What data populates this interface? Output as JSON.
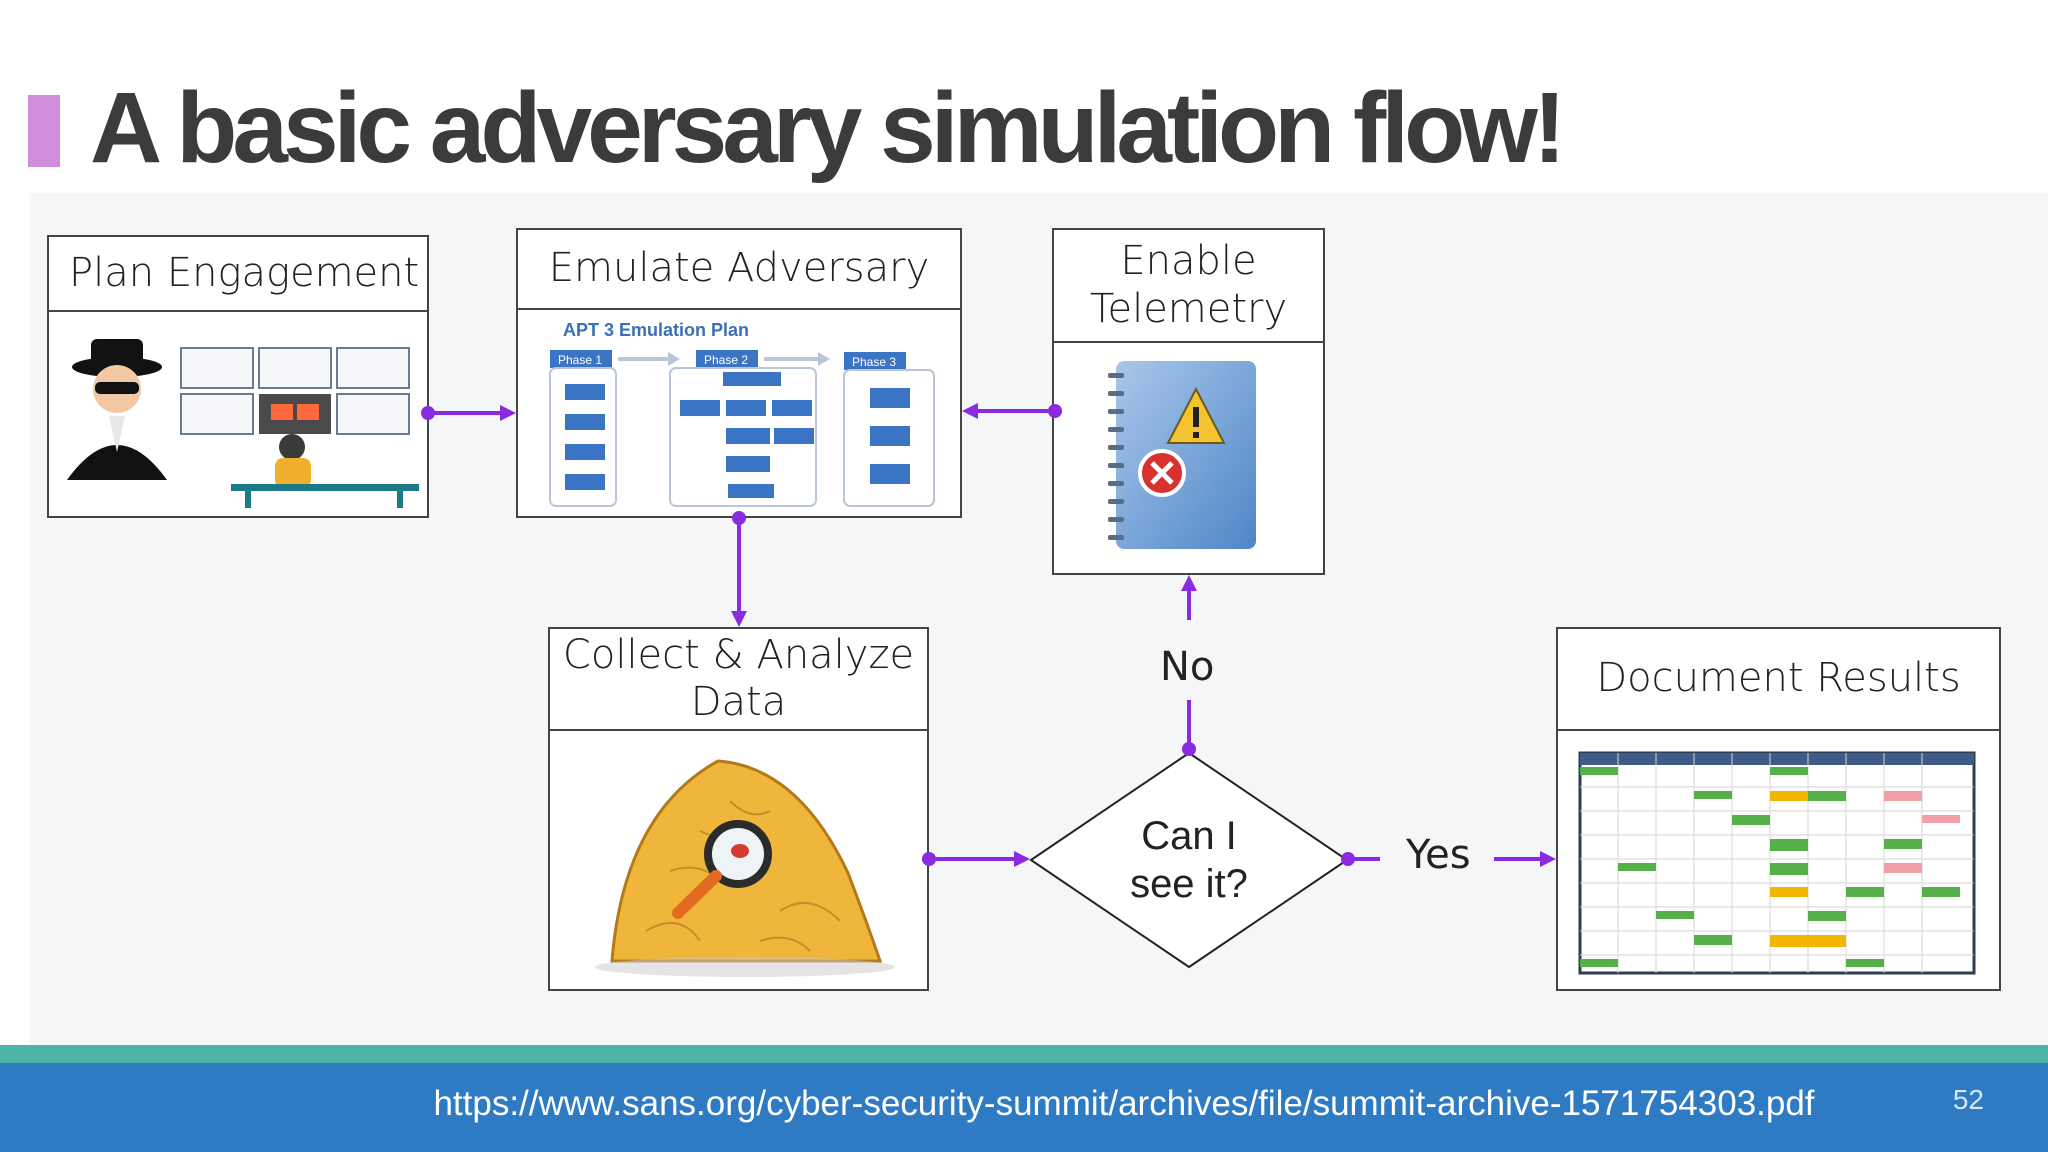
{
  "slide": {
    "title": "A basic adversary simulation flow!",
    "page_number": "52",
    "source_url": "https://www.sans.org/cyber-security-summit/archives/file/summit-archive-1571754303.pdf"
  },
  "boxes": {
    "plan": "Plan Engagement",
    "emulate": "Emulate Adversary",
    "telemetry": "Enable\nTelemetry",
    "collect": "Collect & Analyze\nData",
    "document": "Document Results"
  },
  "decision": {
    "line1": "Can I",
    "line2": "see it?"
  },
  "edges": {
    "no": "No",
    "yes": "Yes"
  },
  "emulation_plan": {
    "title": "APT 3 Emulation Plan",
    "phase1": "Phase 1",
    "phase2": "Phase 2",
    "phase3": "Phase 3"
  },
  "colors": {
    "accent": "#cf8fdc",
    "arrow": "#8a2be2",
    "footer": "#2e7bc4",
    "footer_band": "#4cb4a6"
  }
}
